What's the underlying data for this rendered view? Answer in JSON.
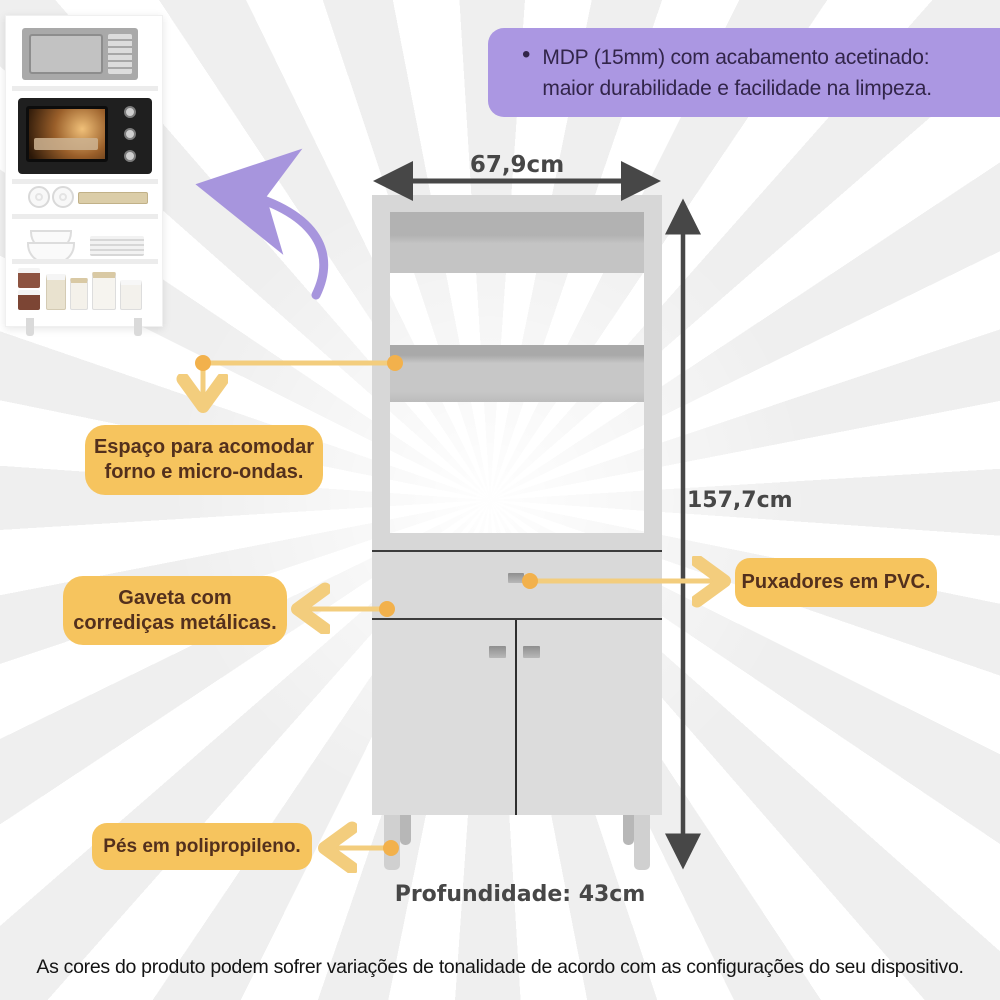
{
  "feature_note": {
    "bullet": "•",
    "line1": "MDP (15mm) com acabamento acetinado:",
    "line2": "maior durabilidade e facilidade na limpeza."
  },
  "dimensions": {
    "width": "67,9cm",
    "height": "157,7cm",
    "depth": "Profundidade: 43cm"
  },
  "callouts": {
    "oven_space": {
      "line1": "Espaço para acomodar",
      "line2": "forno e micro-ondas."
    },
    "drawer": {
      "line1": "Gaveta com",
      "line2": "corrediças metálicas."
    },
    "handles": {
      "text": "Puxadores em PVC."
    },
    "feet": {
      "text": "Pés em polipropileno."
    }
  },
  "disclaimer": "As cores do produto podem sofrer variações de tonalidade de acordo com as configurações do seu dispositivo.",
  "colors": {
    "accent_purple": "#ab97e2",
    "note_text": "#32254a",
    "accent_yellow": "#f6c45e",
    "callout_text": "#53301d",
    "connector_line": "#f3cd7d",
    "connector_dot": "#f2b14c",
    "dimension_arrow": "#474747",
    "curved_arrow_purple": "#a795dd",
    "cabinet_gray": "#d7d7d7"
  }
}
